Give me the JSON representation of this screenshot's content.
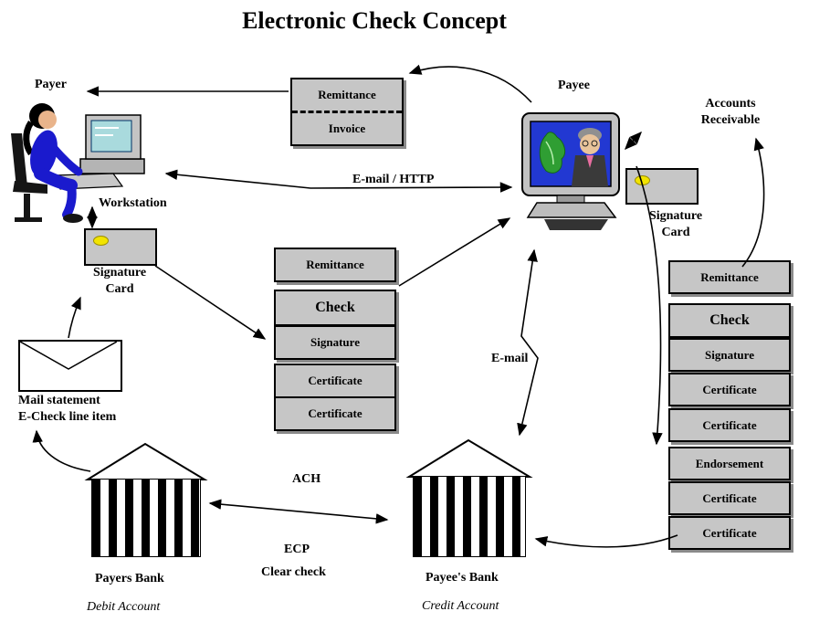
{
  "title": "Electronic Check Concept",
  "labels": {
    "payer": "Payer",
    "payee": "Payee",
    "workstation": "Workstation",
    "email_http": "E-mail / HTTP",
    "email": "E-mail",
    "accounts_receivable": [
      "Accounts",
      "Receivable"
    ],
    "signature_card": [
      "Signature",
      "Card"
    ],
    "mail_statement": [
      "Mail statement",
      "E-Check line item"
    ],
    "ach": "ACH",
    "ecp": "ECP",
    "clear_check": "Clear check",
    "payers_bank": "Payers Bank",
    "payees_bank": "Payee's Bank",
    "debit_account": "Debit Account",
    "credit_account": "Credit Account"
  },
  "invoice_box": [
    "Remittance",
    "Invoice"
  ],
  "stacks": {
    "middle": [
      "Remittance",
      "Check",
      "Signature",
      "Certificate",
      "Certificate"
    ],
    "right": [
      "Remittance",
      "Check",
      "Signature",
      "Certificate",
      "Certificate",
      "Endorsement",
      "Certificate",
      "Certificate"
    ]
  },
  "colors": {
    "box_fill": "#c6c6c6",
    "box_border": "#000000",
    "box_shadow": "#8a8a8a",
    "card_oval": "#f2e400",
    "person_blue": "#1a1acd",
    "payer_screen_cyan": "#a9dadd",
    "payee_screen_blue": "#2238d2",
    "screen_green": "#2f9e33"
  }
}
